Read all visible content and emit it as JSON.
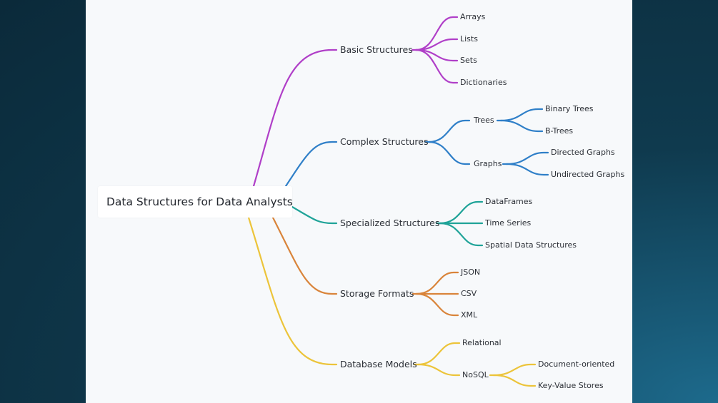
{
  "root": "Data Structures for Data Analysts",
  "colors": {
    "basic": "#b03fc8",
    "complex": "#2f7fc8",
    "specialized": "#1fa398",
    "storage": "#d9843a",
    "database": "#ecc43a"
  },
  "branches": {
    "basic": {
      "label": "Basic Structures",
      "children": [
        "Arrays",
        "Lists",
        "Sets",
        "Dictionaries"
      ]
    },
    "complex": {
      "label": "Complex Structures",
      "trees": {
        "label": "Trees",
        "children": [
          "Binary Trees",
          "B-Trees"
        ]
      },
      "graphs": {
        "label": "Graphs",
        "children": [
          "Directed Graphs",
          "Undirected Graphs"
        ]
      }
    },
    "specialized": {
      "label": "Specialized Structures",
      "children": [
        "DataFrames",
        "Time Series",
        "Spatial Data Structures"
      ]
    },
    "storage": {
      "label": "Storage Formats",
      "children": [
        "JSON",
        "CSV",
        "XML"
      ]
    },
    "database": {
      "label": "Database Models",
      "relational": "Relational",
      "nosql": {
        "label": "NoSQL",
        "children": [
          "Document-oriented",
          "Key-Value Stores"
        ]
      }
    }
  }
}
